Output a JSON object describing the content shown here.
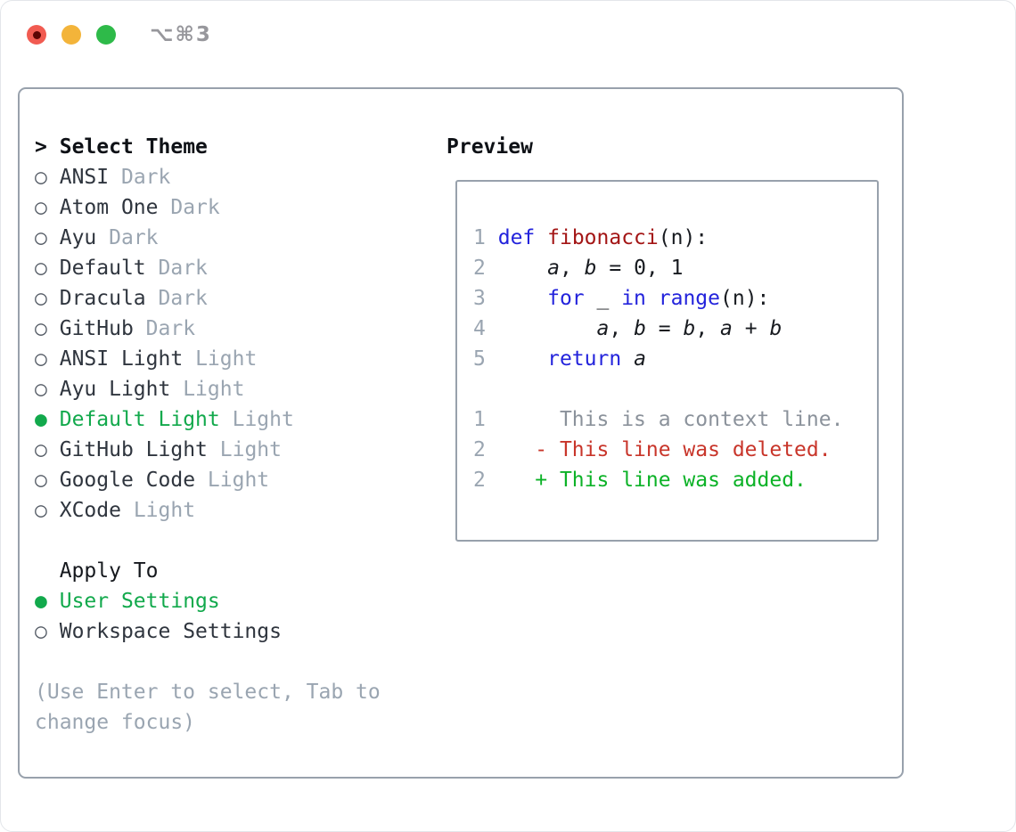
{
  "window": {
    "shortcut": "⌥⌘3"
  },
  "ui": {
    "selected_marker": "●",
    "unselected_marker": "○"
  },
  "colors": {
    "accent_green": "#12a94c",
    "muted": "#9aa5b1",
    "text": "#2f353e",
    "heading": "#0e1116",
    "subheading_text": "#15181d",
    "marker_gray": "#555c66",
    "keyword_blue": "#2323dc",
    "function_red": "#a31515",
    "code_plain": "#181b20",
    "context_gray": "#8b929b",
    "deleted_red": "#c8352a",
    "added_green": "#0cb227",
    "panel_border": "#98a1ac",
    "help_gray": "#9aa5b1",
    "shortcut_gray": "#97979c",
    "traffic_red": "#f15b51",
    "traffic_red_dot": "#5d0503",
    "traffic_yellow": "#f3b43a",
    "traffic_green": "#2eba49"
  },
  "theme_list": {
    "cursor": ">",
    "title": "Select Theme",
    "items": [
      {
        "name": "ANSI",
        "tag": "Dark",
        "selected": false
      },
      {
        "name": "Atom One",
        "tag": "Dark",
        "selected": false
      },
      {
        "name": "Ayu",
        "tag": "Dark",
        "selected": false
      },
      {
        "name": "Default",
        "tag": "Dark",
        "selected": false
      },
      {
        "name": "Dracula",
        "tag": "Dark",
        "selected": false
      },
      {
        "name": "GitHub",
        "tag": "Dark",
        "selected": false
      },
      {
        "name": "ANSI Light",
        "tag": "Light",
        "selected": false
      },
      {
        "name": "Ayu Light",
        "tag": "Light",
        "selected": false
      },
      {
        "name": "Default Light",
        "tag": "Light",
        "selected": true
      },
      {
        "name": "GitHub Light",
        "tag": "Light",
        "selected": false
      },
      {
        "name": "Google Code",
        "tag": "Light",
        "selected": false
      },
      {
        "name": "XCode",
        "tag": "Light",
        "selected": false
      }
    ]
  },
  "apply_to": {
    "title": "Apply To",
    "items": [
      {
        "name": "User Settings",
        "selected": true
      },
      {
        "name": "Workspace Settings",
        "selected": false
      }
    ]
  },
  "help": {
    "line1": "(Use Enter to select, Tab to",
    "line2": "change focus)"
  },
  "preview": {
    "title": "Preview",
    "code_lines": [
      {
        "num": "1",
        "tokens": [
          {
            "t": "def",
            "c": "kw"
          },
          {
            "t": " ",
            "c": "plain"
          },
          {
            "t": "fibonacci",
            "c": "fn"
          },
          {
            "t": "(n):",
            "c": "plain"
          }
        ]
      },
      {
        "num": "2",
        "tokens": [
          {
            "t": "    ",
            "c": "plain"
          },
          {
            "t": "a",
            "c": "var"
          },
          {
            "t": ", ",
            "c": "plain"
          },
          {
            "t": "b",
            "c": "var"
          },
          {
            "t": " = 0, 1",
            "c": "plain"
          }
        ]
      },
      {
        "num": "3",
        "tokens": [
          {
            "t": "    ",
            "c": "plain"
          },
          {
            "t": "for",
            "c": "kw"
          },
          {
            "t": " _ ",
            "c": "plain"
          },
          {
            "t": "in",
            "c": "kw"
          },
          {
            "t": " ",
            "c": "plain"
          },
          {
            "t": "range",
            "c": "kw"
          },
          {
            "t": "(n):",
            "c": "plain"
          }
        ]
      },
      {
        "num": "4",
        "tokens": [
          {
            "t": "        ",
            "c": "plain"
          },
          {
            "t": "a",
            "c": "var"
          },
          {
            "t": ", ",
            "c": "plain"
          },
          {
            "t": "b",
            "c": "var"
          },
          {
            "t": " = ",
            "c": "plain"
          },
          {
            "t": "b",
            "c": "var"
          },
          {
            "t": ", ",
            "c": "plain"
          },
          {
            "t": "a",
            "c": "var"
          },
          {
            "t": " + ",
            "c": "plain"
          },
          {
            "t": "b",
            "c": "var"
          }
        ]
      },
      {
        "num": "5",
        "tokens": [
          {
            "t": "    ",
            "c": "plain"
          },
          {
            "t": "return",
            "c": "kw"
          },
          {
            "t": " ",
            "c": "plain"
          },
          {
            "t": "a",
            "c": "var"
          }
        ]
      },
      {
        "num": "",
        "tokens": []
      },
      {
        "num": "1",
        "tokens": [
          {
            "t": "     This is a context line.",
            "c": "ctx"
          }
        ]
      },
      {
        "num": "2",
        "tokens": [
          {
            "t": "   - This line was deleted.",
            "c": "del"
          }
        ]
      },
      {
        "num": "2",
        "tokens": [
          {
            "t": "   + This line was added.",
            "c": "add"
          }
        ]
      }
    ]
  }
}
